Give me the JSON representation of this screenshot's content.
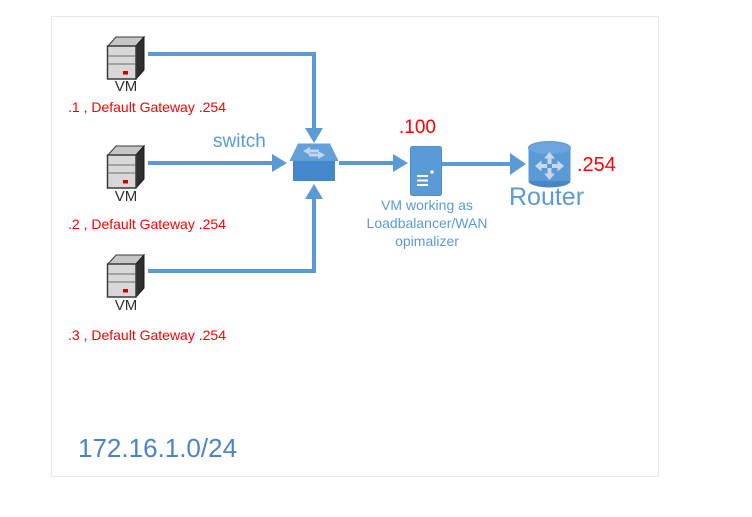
{
  "colors": {
    "accent_blue": "#5B9BD5",
    "label_red": "#FF0000",
    "subnet_blue": "#4A84C6",
    "panel_border": "#E6E9F2",
    "vm_gray": "#D8D8D8"
  },
  "diagram": {
    "subnet": "172.16.1.0/24",
    "switch": {
      "label": "switch"
    },
    "vms": [
      {
        "label": "VM",
        "note": ".1 , Default Gateway .254"
      },
      {
        "label": "VM",
        "note": ".2 , Default Gateway .254"
      },
      {
        "label": "VM",
        "note": ".3 , Default Gateway .254"
      }
    ],
    "loadbalancer": {
      "ip": ".100",
      "caption_lines": [
        "VM working as",
        "Loadbalancer/WAN",
        "opimalizer"
      ]
    },
    "router": {
      "ip": ".254",
      "label": "Router"
    }
  }
}
